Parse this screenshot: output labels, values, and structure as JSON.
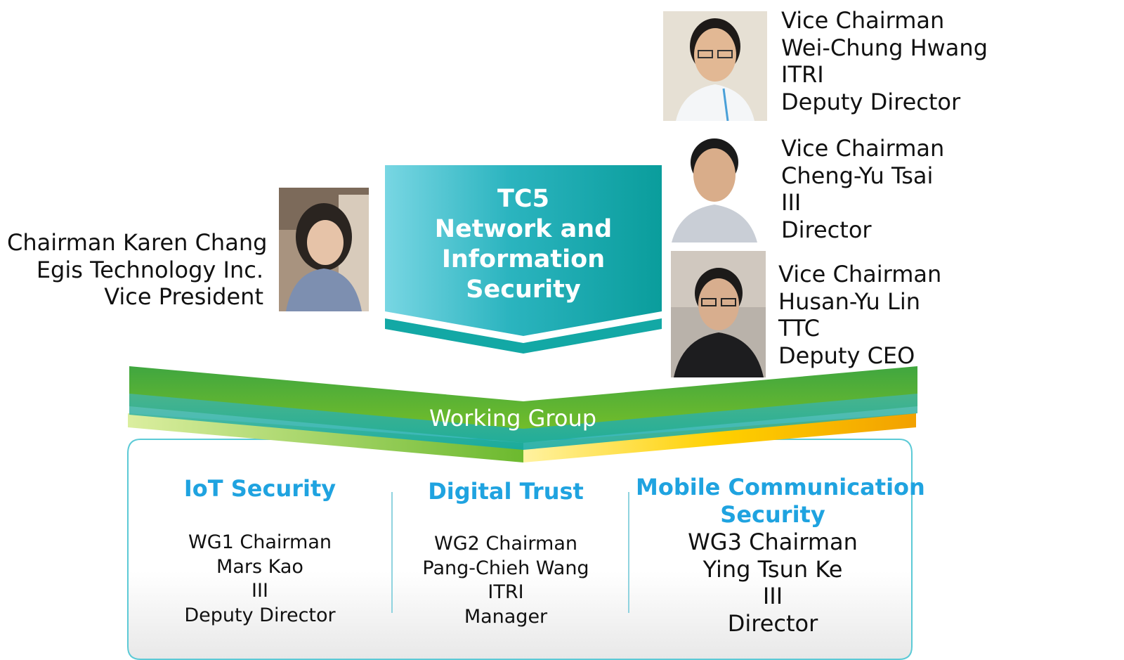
{
  "chairman": {
    "lines": [
      "Chairman Karen Chang",
      "Egis Technology Inc.",
      "Vice President"
    ]
  },
  "vice_chairs": [
    {
      "lines": [
        "Vice Chairman",
        "Wei-Chung Hwang",
        "ITRI",
        "Deputy Director"
      ]
    },
    {
      "lines": [
        "Vice Chairman",
        "Cheng-Yu Tsai",
        "III",
        "Director"
      ]
    },
    {
      "lines": [
        "Vice Chairman",
        "Husan-Yu Lin",
        "TTC",
        "Deputy CEO"
      ]
    }
  ],
  "tc5": {
    "lines": [
      "TC5",
      "Network and",
      "Information",
      "Security"
    ]
  },
  "working_group": {
    "label": "Working Group"
  },
  "groups": [
    {
      "title_lines": [
        "IoT Security"
      ],
      "lines": [
        "WG1 Chairman",
        "Mars Kao",
        "III",
        "Deputy Director"
      ]
    },
    {
      "title_lines": [
        "Digital Trust"
      ],
      "lines": [
        "WG2 Chairman",
        "Pang-Chieh Wang",
        "ITRI",
        "Manager"
      ]
    },
    {
      "title_lines": [
        "Mobile Communication",
        "Security"
      ],
      "lines": [
        "WG3 Chairman",
        "Ying Tsun Ke",
        "III",
        "Director"
      ]
    }
  ],
  "colors": {
    "teal": "#0fa6a8",
    "teal_light": "#6fd2de",
    "green": "#5cb531",
    "green_light": "#d1e89a",
    "yellow": "#ffd21a",
    "orange": "#f5a400",
    "title_blue": "#1fa3e0",
    "frame": "#5ccad6"
  },
  "icons": [
    "chairman-photo",
    "vice-chairman-1-photo",
    "vice-chairman-2-photo",
    "vice-chairman-3-photo"
  ]
}
